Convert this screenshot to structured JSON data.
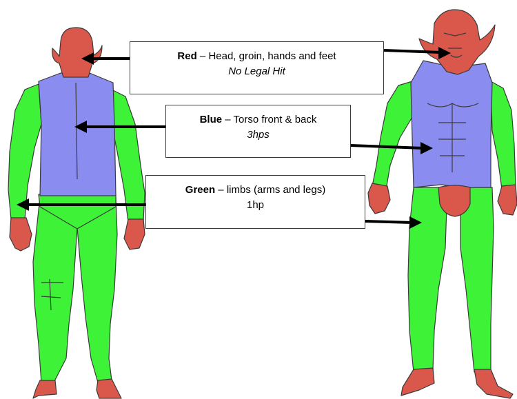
{
  "colors": {
    "red": "#d9574b",
    "blue": "#8a8cf0",
    "green": "#3df237",
    "outline": "#3a3a3a"
  },
  "legend": {
    "red": {
      "name": "Red",
      "desc": " – Head, groin, hands and feet",
      "detail": "No Legal Hit"
    },
    "blue": {
      "name": "Blue",
      "desc": " – Torso front & back",
      "detail": "3hps"
    },
    "green": {
      "name": "Green",
      "desc": " – limbs (arms and legs)",
      "detail": "1hp"
    }
  }
}
